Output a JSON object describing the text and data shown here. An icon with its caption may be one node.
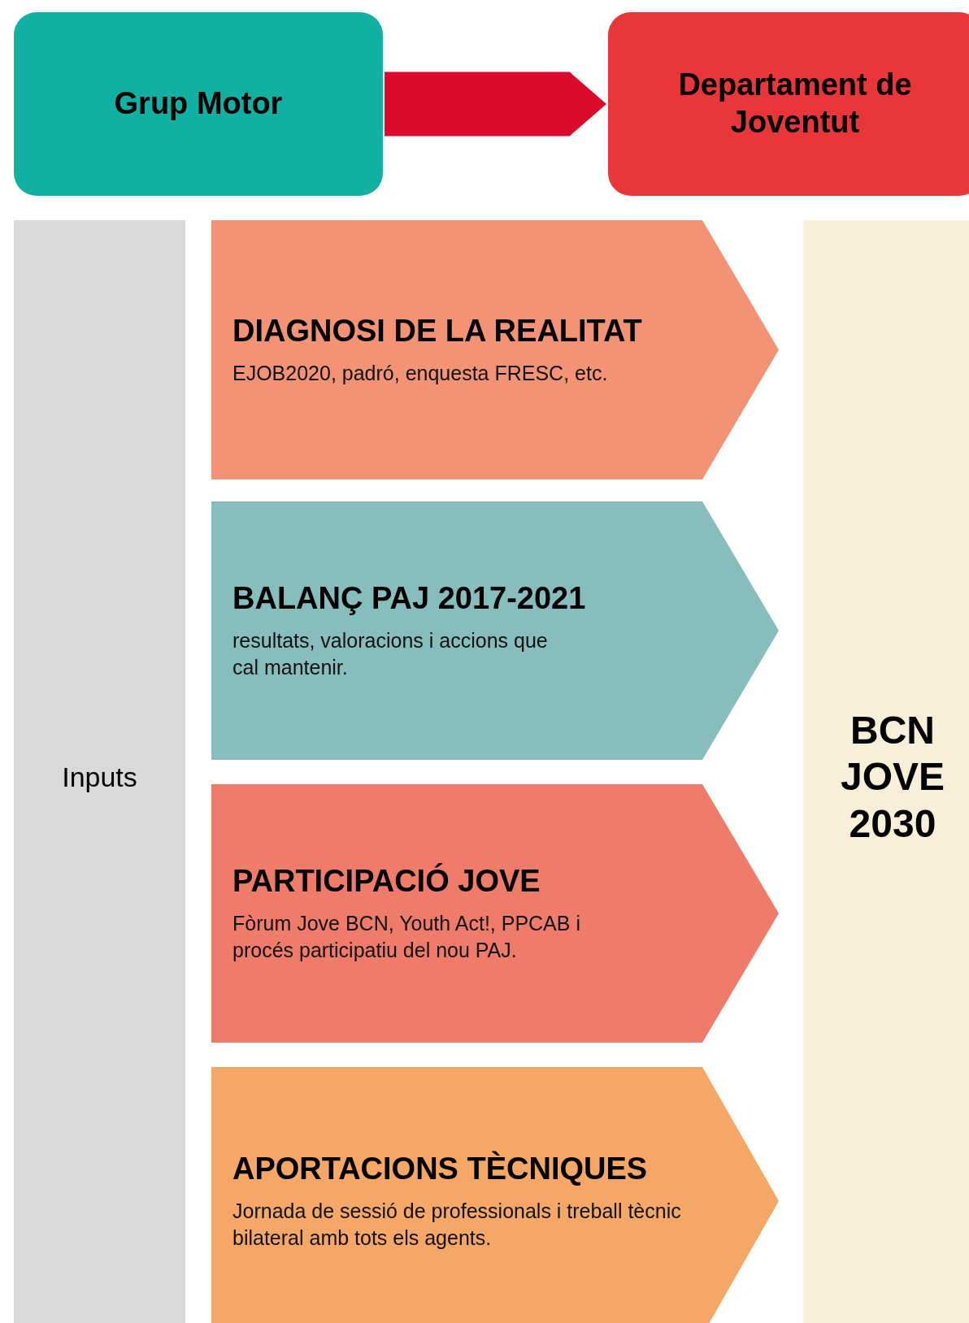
{
  "diagram": {
    "nodes": [
      {
        "text": [
          "Grup Motor"
        ]
      },
      {
        "text": [
          "Departament de Joventut"
        ]
      },
      {
        "text": [
          "Inputs"
        ]
      },
      {
        "text": [
          "DIAGNOSI DE LA REALITAT",
          "EJOB2020, padró, enquesta FRESC, etc."
        ]
      },
      {
        "text": [
          "BALANÇ PAJ 2017-2021",
          "resultats, valoracions i accions que cal mantenir."
        ]
      },
      {
        "text": [
          "PARTICIPACIÓ JOVE",
          "Fòrum Jove BCN, Youth Act!, PPCAB i procés participatiu del nou PAJ."
        ]
      },
      {
        "text": [
          "APORTACIONS TÈCNIQUES",
          "Jornada de sessió de professionals i treball tècnic bilateral amb tots els agents."
        ]
      },
      {
        "text": [
          "BCN JOVE 2030"
        ]
      }
    ],
    "edges": [
      {
        "from": 0,
        "to": 1,
        "arrow": "to"
      }
    ]
  }
}
